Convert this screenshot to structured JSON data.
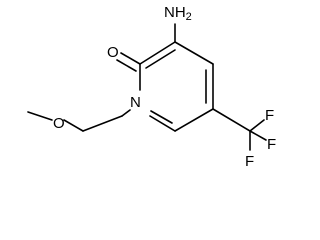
{
  "molecule": {
    "atoms": {
      "amine": "NH",
      "amine_subscript": "2",
      "carbonyl_oxygen": "O",
      "ring_nitrogen": "N",
      "ether_oxygen": "O",
      "fluorine_top": "F",
      "fluorine_right": "F",
      "fluorine_bottom": "F"
    }
  }
}
